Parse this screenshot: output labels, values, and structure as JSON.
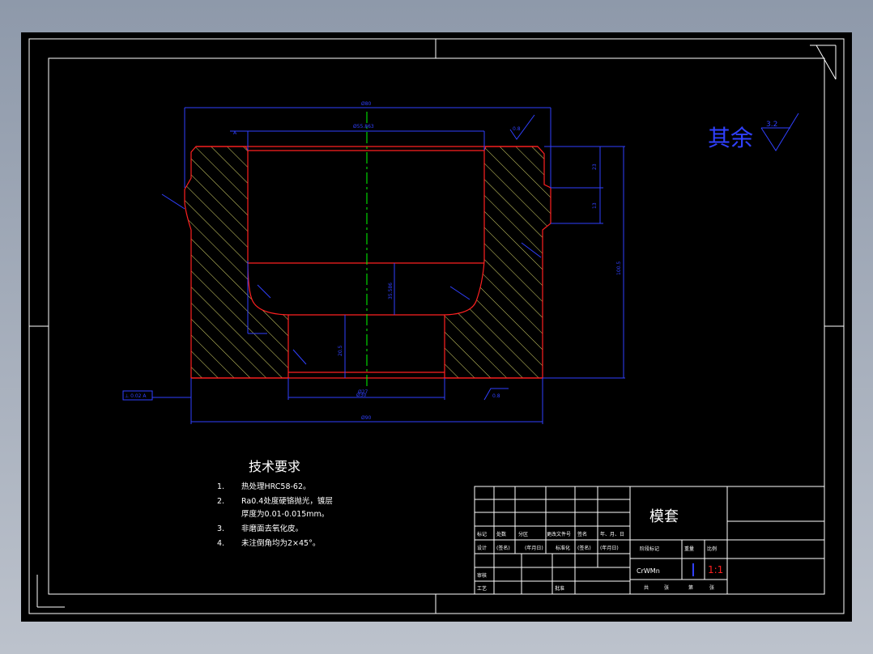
{
  "colors": {
    "background": "#000000",
    "frame": "#ffffff",
    "outline": "#ff2020",
    "hatch": "#d6d66a",
    "dimension": "#3040ff",
    "centerline": "#00ff00",
    "text": "#ffffff"
  },
  "surface_note": {
    "label": "其余",
    "value": "3.2"
  },
  "drawing": {
    "dim_top_overall": "Ø80",
    "dim_top_bore": "Ø55.863",
    "roughness_top": "0.8",
    "roughness_bottom": "0.8",
    "dim_right_a": "23",
    "dim_right_b": "13",
    "dim_right_height": "100.5",
    "dim_mid_depth": "35.586",
    "dim_lower_bore": "Ø27",
    "dim_step": "20.5",
    "dim_bottom_bore": "Ø30",
    "dim_bottom_overall": "Ø90",
    "tolerance_frame": "⊥ 0.02 A",
    "datum": "A"
  },
  "tech_requirements": {
    "title": "技术要求",
    "items": [
      {
        "num": "1.",
        "text": "热处理HRC58-62。"
      },
      {
        "num": "2.",
        "text": "Ra0.4处度硬铬抛光，镀层"
      },
      {
        "num": "",
        "text": "厚度为0.01-0.015mm。"
      },
      {
        "num": "3.",
        "text": "非磨面去氧化皮。"
      },
      {
        "num": "4.",
        "text": "未注倒角均为2×45°。"
      }
    ]
  },
  "title_block": {
    "part_name": "模套",
    "material": "CrWMn",
    "scale": "1:1",
    "row_labels": [
      "标记",
      "处数",
      "分区",
      "更改文件号",
      "签名",
      "年、月、日"
    ],
    "design_row": [
      "设计",
      "(签名)",
      "(年月日)",
      "标准化",
      "(签名)",
      "(年月日)"
    ],
    "review": "审核",
    "process": "工艺",
    "approve": "批准",
    "right_labels": [
      "阶段标记",
      "重量",
      "比例"
    ],
    "bottom_labels": [
      "共",
      "张",
      "第",
      "张"
    ]
  }
}
